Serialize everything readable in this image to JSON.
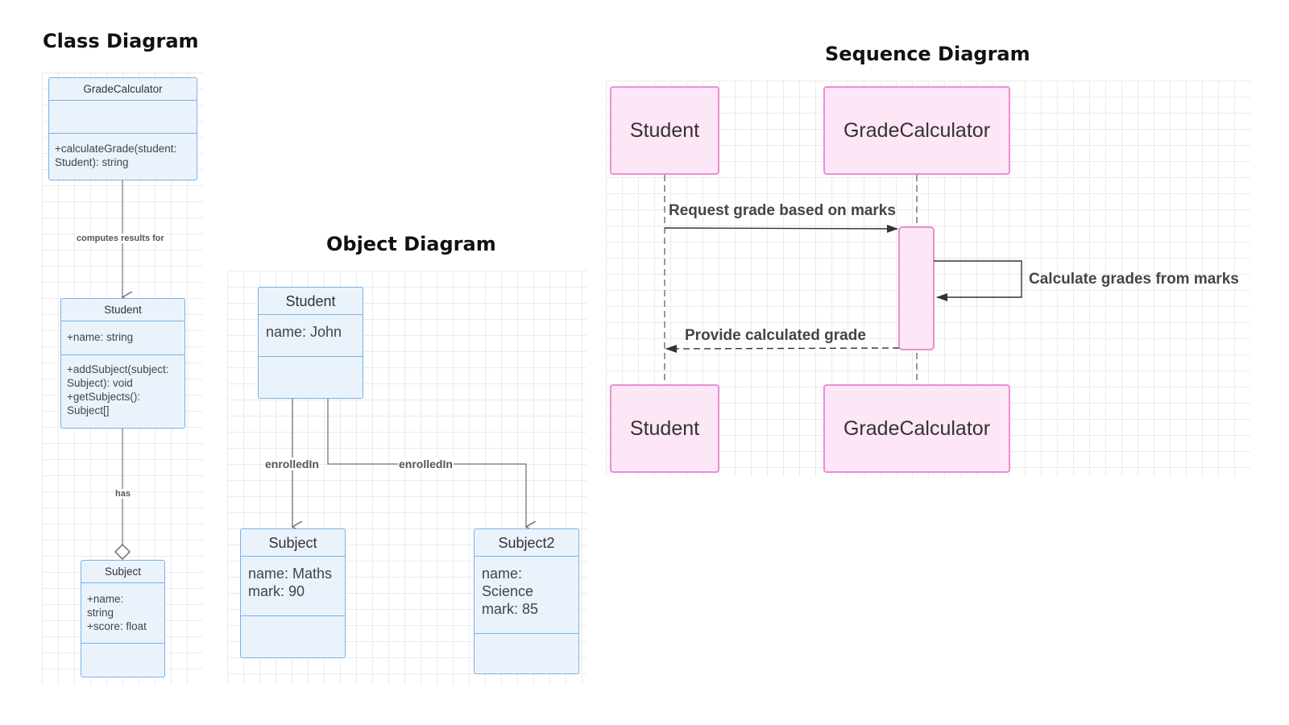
{
  "class_diagram": {
    "heading": "Class Diagram",
    "grade_calculator": {
      "name": "GradeCalculator",
      "attributes": "",
      "methods": "+calculateGrade(student:\nStudent): string"
    },
    "student": {
      "name": "Student",
      "attributes": "+name: string",
      "methods": "+addSubject(subject:\nSubject): void\n+getSubjects():\nSubject[]"
    },
    "subject": {
      "name": "Subject",
      "attributes": "+name:\nstring\n+score: float",
      "methods": ""
    },
    "relations": {
      "computes": "computes results for",
      "has": "has"
    }
  },
  "object_diagram": {
    "heading": "Object Diagram",
    "student": {
      "name": "Student",
      "attributes": "name: John"
    },
    "subject": {
      "name": "Subject",
      "attributes": "name: Maths\nmark: 90"
    },
    "subject2": {
      "name": "Subject2",
      "attributes": "name:\nScience\nmark: 85"
    },
    "relations": {
      "enrolled_1": "enrolledIn",
      "enrolled_2": "enrolledIn"
    }
  },
  "sequence_diagram": {
    "heading": "Sequence Diagram",
    "participants": {
      "student": "Student",
      "grade_calculator": "GradeCalculator"
    },
    "messages": {
      "request": "Request grade based on marks",
      "calculate": "Calculate grades from marks",
      "provide": "Provide calculated grade"
    }
  },
  "colors": {
    "uml_fill": "#eaf3fc",
    "uml_border": "#7ab2e4",
    "seq_fill": "#fde6f5",
    "seq_border": "#ea8fd3",
    "line": "#888888"
  }
}
